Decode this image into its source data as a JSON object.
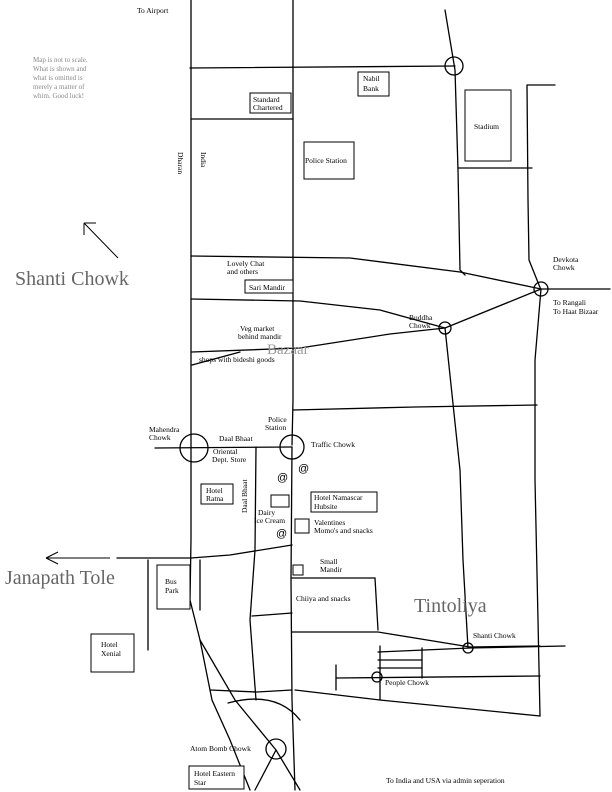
{
  "roads_labels": {
    "to_airport": "To Airport",
    "dharan": "Dharan",
    "india_road": "India",
    "to_rangali": "To Rangali",
    "to_haat_bizaar": "To Haat Bizaar",
    "to_india_usa": "To India and USA via admin seperation"
  },
  "note_lines": [
    "Map is not to scale.",
    "What is shown and",
    "what is omitted is",
    "merely a matter of",
    "whim.  Good luck!"
  ],
  "areas": {
    "shanti_chowk": "Shanti Chowk",
    "janapath_tole": "Janapath Tole",
    "tintoliya": "Tintoliya",
    "bazaar": "Bazaar"
  },
  "chowks": {
    "devkota": [
      "Devkota",
      "Chowk"
    ],
    "buddha": [
      "Buddha",
      "Chowk"
    ],
    "mahendra": [
      "Mahendra",
      "Chowk"
    ],
    "traffic": "Traffic Chowk",
    "shanti": "Shanti Chowk",
    "people": "People Chowk",
    "atom_bomb": "Atom Bomb Chowk"
  },
  "buildings": {
    "nabil_bank": [
      "Nabil",
      "Bank"
    ],
    "standard_chartered": [
      "Standard",
      "Chartered"
    ],
    "stadium": "Stadium",
    "police_station_top": "Police Station",
    "sari_mandir": "Sari Mandir",
    "hotel_ratna": [
      "Hotel",
      "Ratna"
    ],
    "hotel_namascar": [
      "Hotel Namascar",
      "Hubsite"
    ],
    "bus_park": [
      "Bus",
      "Park"
    ],
    "hotel_xenial": [
      "Hotel",
      "Xenial"
    ],
    "hotel_eastern_star": [
      "Hotel Eastern",
      "Star"
    ]
  },
  "places": {
    "lovely_chat": [
      "Lovely Chat",
      "and others"
    ],
    "veg_market": [
      "Veg market",
      "behind mandir"
    ],
    "bideshi": "shops with bideshi goods",
    "police_station_small": [
      "Police",
      "Station"
    ],
    "daal_bhaat_top": "Daal Bhaat",
    "oriental": [
      "Oriental",
      "Dept. Store"
    ],
    "daal_bhaat_side": "Daal Bhaat",
    "dairy": [
      "Dairy",
      "Ice Cream"
    ],
    "valentines": [
      "Valentines",
      "Momo's and snacks"
    ],
    "small_mandir": [
      "Small",
      "Mandir"
    ],
    "chiiya": "Chiiya and snacks",
    "at_symbol": "@"
  }
}
